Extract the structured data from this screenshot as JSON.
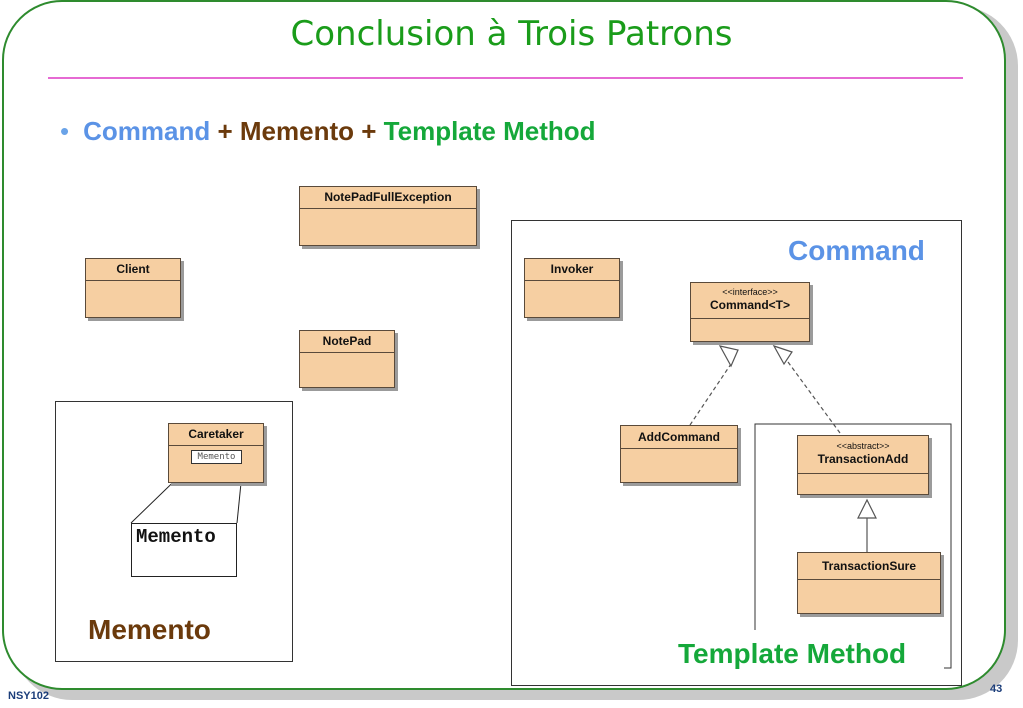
{
  "title": "Conclusion à Trois Patrons",
  "bullet": {
    "command": "Command",
    "plus1": "+",
    "memento": "Memento",
    "plus2": "+",
    "template": "Template Method"
  },
  "classes": {
    "notepad_full_exception": "NotePadFullException",
    "client": "Client",
    "notepad": "NotePad",
    "caretaker": "Caretaker",
    "caretaker_attr": "Memento",
    "invoker": "Invoker",
    "command_stereotype": "<<interface>>",
    "command": "Command<T>",
    "add_command": "AddCommand",
    "transaction_add_stereotype": "<<abstract>>",
    "transaction_add": "TransactionAdd",
    "transaction_sure": "TransactionSure"
  },
  "note_memento": "Memento",
  "group_labels": {
    "memento": "Memento",
    "command": "Command",
    "template_method": "Template Method"
  },
  "footer": {
    "course": "NSY102",
    "page": "43"
  },
  "colors": {
    "command": "#5b93e6",
    "memento": "#6b3a0c",
    "template": "#15a83a",
    "class_fill": "#f6cfa2",
    "title": "#1a9c1a",
    "rule": "#e66ad3"
  }
}
